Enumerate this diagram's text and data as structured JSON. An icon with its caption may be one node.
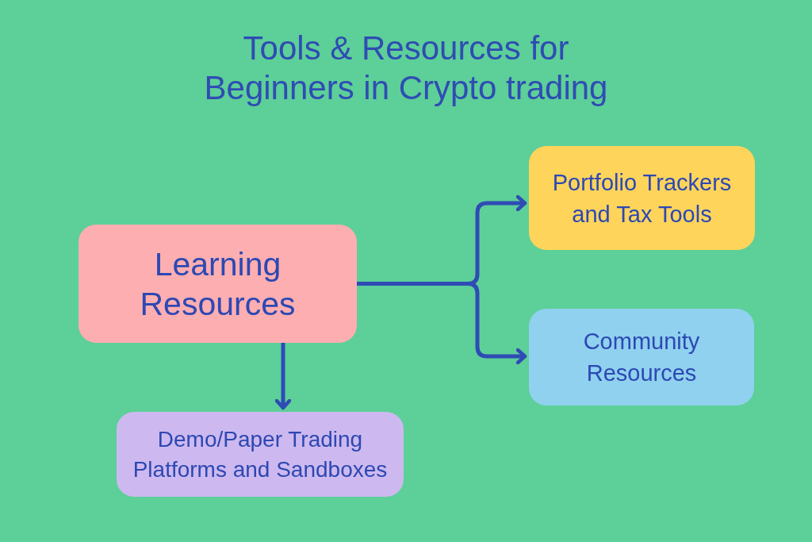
{
  "diagram": {
    "title": "Tools & Resources for Beginners in Crypto trading",
    "nodes": [
      {
        "text": [
          "Learning Resources"
        ]
      },
      {
        "text": [
          "Portfolio Trackers and Tax Tools"
        ]
      },
      {
        "text": [
          "Community Resources"
        ]
      },
      {
        "text": [
          "Demo/Paper Trading Platforms and Sandboxes"
        ]
      }
    ],
    "edges": [
      {
        "from": 0,
        "to": 1,
        "arrow": "to"
      },
      {
        "from": 0,
        "to": 2,
        "arrow": "to"
      },
      {
        "from": 0,
        "to": 3,
        "arrow": "to"
      }
    ]
  }
}
